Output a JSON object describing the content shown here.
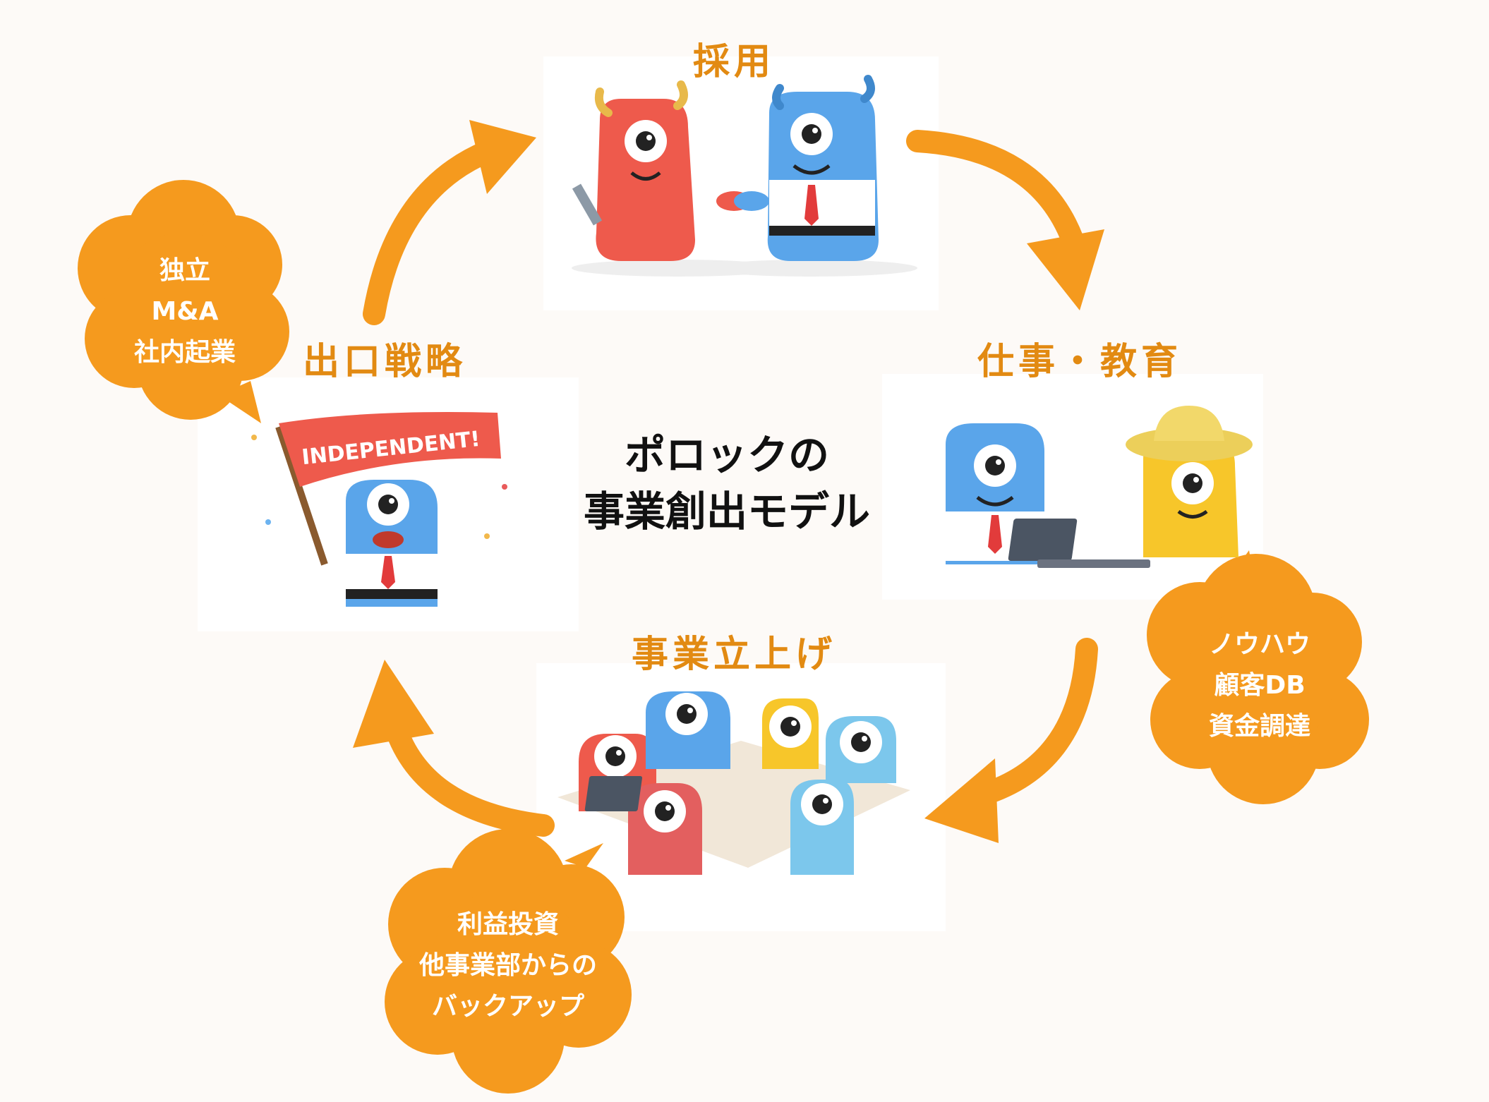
{
  "center_title": {
    "line1": "ポロックの",
    "line2": "事業創出モデル"
  },
  "stages": {
    "hiring": "採用",
    "work_education": "仕事・教育",
    "business_launch": "事業立上げ",
    "exit_strategy": "出口戦略"
  },
  "clouds": {
    "exit": [
      "独立",
      "M&A",
      "社内起業"
    ],
    "work": [
      "ノウハウ",
      "顧客DB",
      "資金調達"
    ],
    "launch": [
      "利益投資",
      "他事業部からの",
      "バックアップ"
    ]
  },
  "banner_text": "INDEPENDENT!",
  "colors": {
    "accent": "#f59a1e",
    "label": "#e28a12",
    "monster_red": "#ee5a4c",
    "monster_blue": "#5aa5ea",
    "monster_yellow": "#f7c62a",
    "monster_light_blue": "#7cc7ec"
  },
  "icons": [
    "cycle-arrow-icon",
    "monster-illustration",
    "laptop-icon",
    "flag-icon"
  ]
}
